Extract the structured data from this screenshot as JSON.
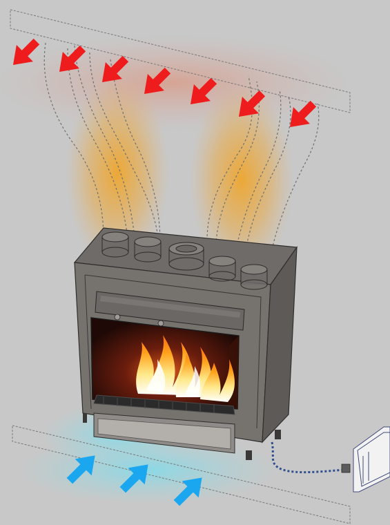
{
  "diagram": {
    "background_color": "#c8c8c8",
    "hot_air_arrow_color": "#ee1c1c",
    "cold_air_arrow_color": "#1aa7f0",
    "heat_glow_color": "#f0a31e",
    "cold_glow_color": "#8ed8e6",
    "duct_line_color": "#6f6f6f",
    "fireplace_body_color": "#7a7774",
    "air_outlet_count": 5,
    "hot_air_arrow_count": 7,
    "cold_air_arrow_count": 3,
    "icons": [
      "hot-air-outlet-arrow",
      "cold-air-inlet-arrow",
      "fireplace-insert",
      "flame",
      "wall-vent",
      "electrical-cable"
    ]
  }
}
